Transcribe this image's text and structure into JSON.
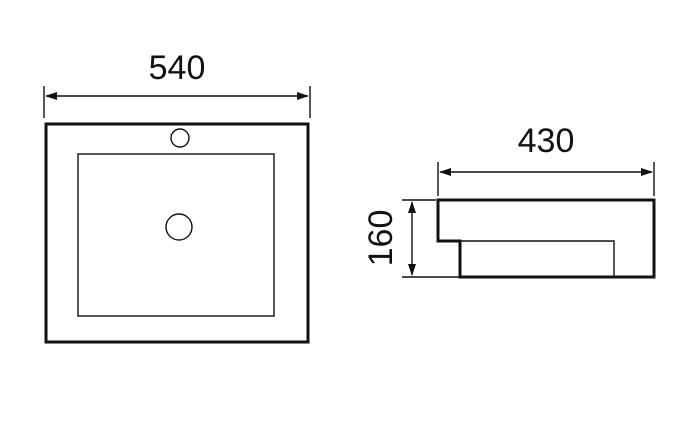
{
  "dimensions": {
    "top_width": "540",
    "side_width": "430",
    "side_height": "160"
  },
  "colors": {
    "line": "#111111",
    "background": "#ffffff"
  }
}
